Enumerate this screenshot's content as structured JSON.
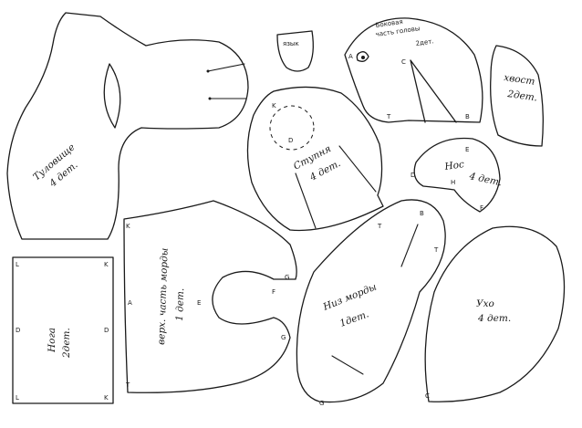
{
  "colors": {
    "ink": "#1a1a1a",
    "paper": "#ffffff"
  },
  "pieces": {
    "body": {
      "name": "Туловище",
      "count": "4 дет."
    },
    "tongue": {
      "name": "язык"
    },
    "head_side": {
      "name_line1": "Боковая",
      "name_line2": "часть головы",
      "count": "2дет.",
      "mark_a": "A",
      "mark_c": "C",
      "mark_t": "T",
      "mark_b": "B"
    },
    "tail": {
      "name": "хвост",
      "count": "2дет."
    },
    "foot": {
      "name": "Ступня",
      "count": "4 дет.",
      "mark_k": "K",
      "mark_d": "D"
    },
    "nose": {
      "name": "Нос",
      "count": "4 дет.",
      "mark_e": "E",
      "mark_d": "D",
      "mark_h": "H",
      "mark_f": "F"
    },
    "leg": {
      "name": "Нога",
      "count": "2дет.",
      "mark_l1": "L",
      "mark_k1": "K",
      "mark_d1": "D",
      "mark_d2": "D",
      "mark_l2": "L",
      "mark_k2": "K"
    },
    "muzzle_top": {
      "name": "верх. часть морды",
      "count": "1 дет.",
      "mark_k": "K",
      "mark_a": "A",
      "mark_e": "E",
      "mark_t": "T",
      "mark_f": "F",
      "mark_g1": "G",
      "mark_g2": "G"
    },
    "muzzle_bottom": {
      "name": "Низ морды",
      "count": "1дет.",
      "mark_t1": "T",
      "mark_b": "B",
      "mark_t2": "T",
      "mark_g": "G"
    },
    "ear": {
      "name": "Ухо",
      "count": "4 дет.",
      "mark_c": "C"
    }
  }
}
